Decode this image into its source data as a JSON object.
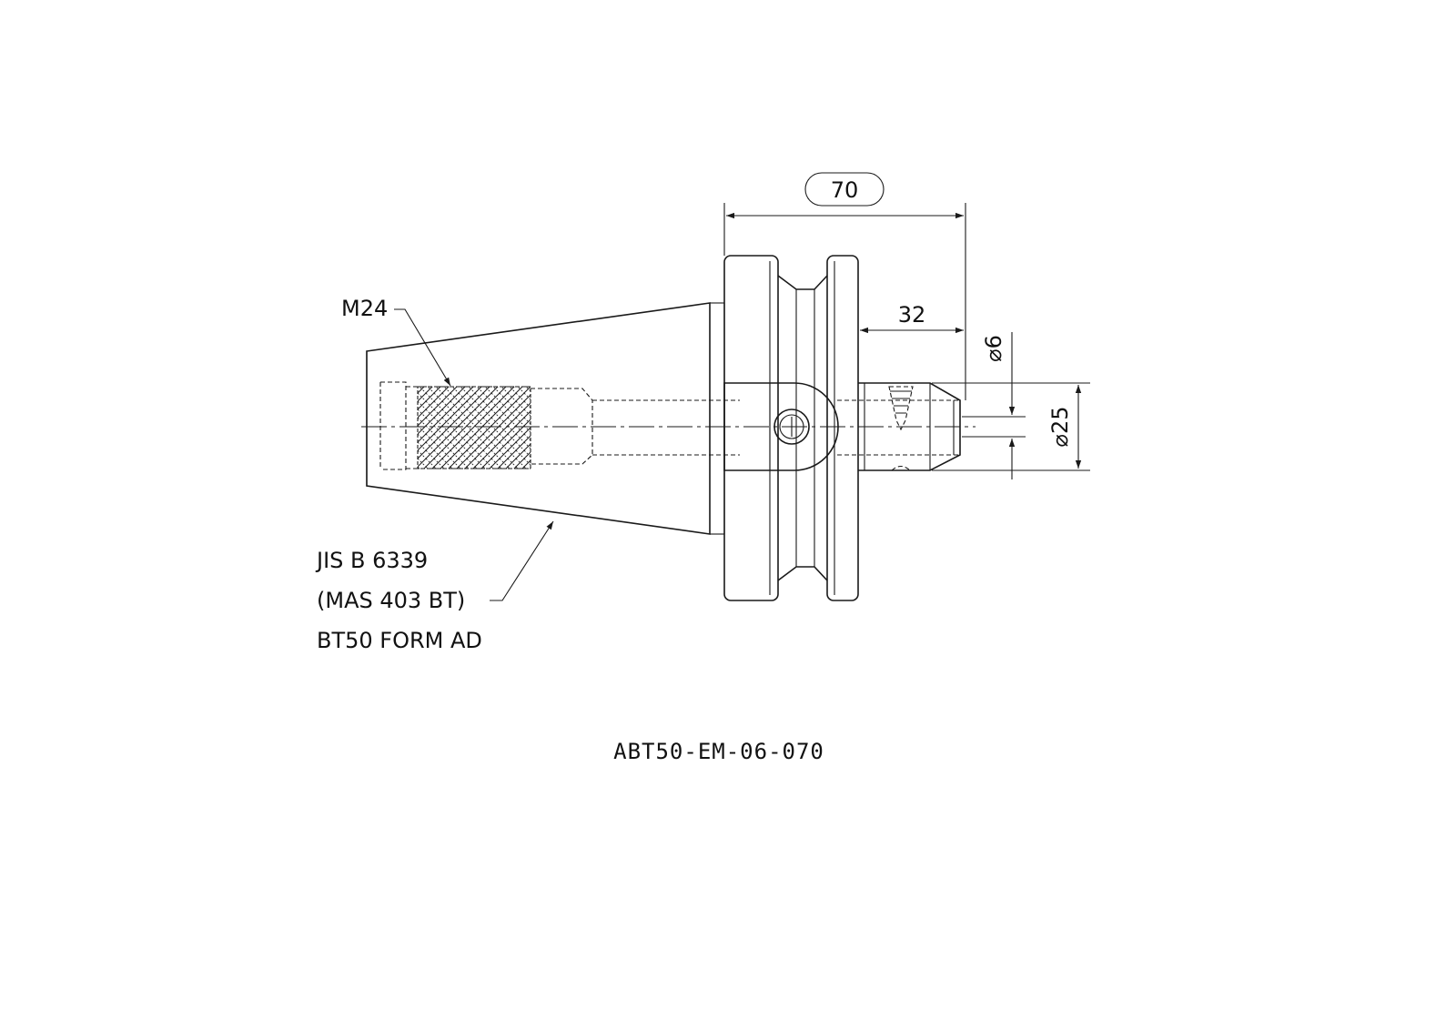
{
  "dimensions": {
    "overall_length": "70",
    "shank_length": "32",
    "bore_diameter": "⌀6",
    "shank_diameter": "⌀25"
  },
  "callouts": {
    "thread": "M24",
    "standard_line1": "JIS B 6339",
    "standard_line2": "(MAS 403 BT)",
    "standard_line3": "BT50 FORM AD"
  },
  "part_number": "ABT50-EM-06-070"
}
